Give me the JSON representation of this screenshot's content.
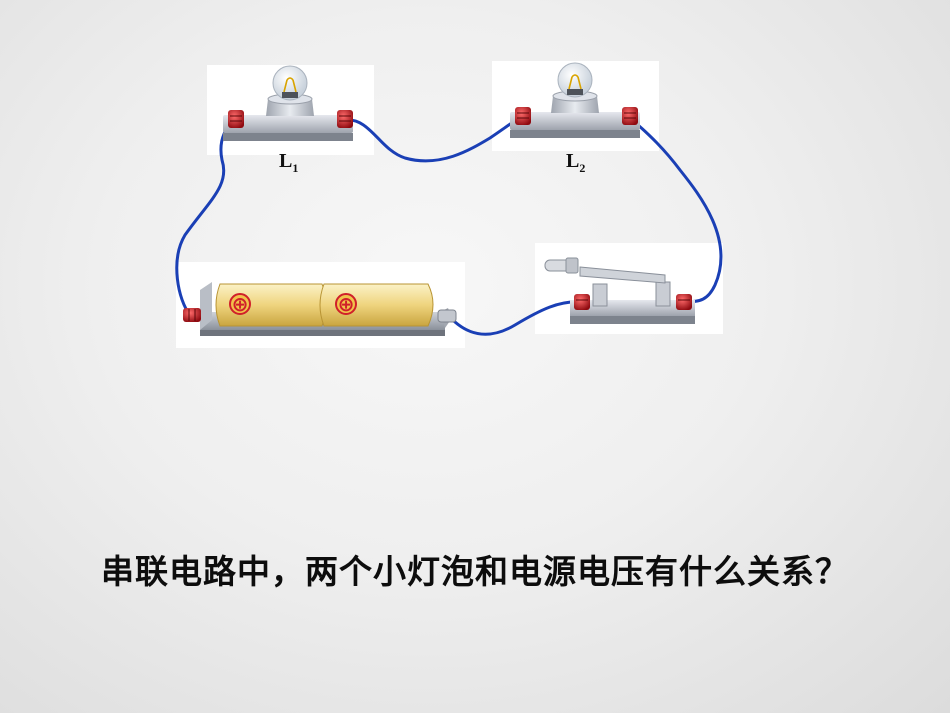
{
  "diagram": {
    "bulb1_label": "L",
    "bulb1_subscript": "1",
    "bulb2_label": "L",
    "bulb2_subscript": "2",
    "battery_symbols": [
      "⊕",
      "⊕"
    ],
    "wire_color": "#1a3fb5",
    "terminal_color": "#c8101a"
  },
  "question": "串联电路中，两个小灯泡和电源电压有什么关系？"
}
